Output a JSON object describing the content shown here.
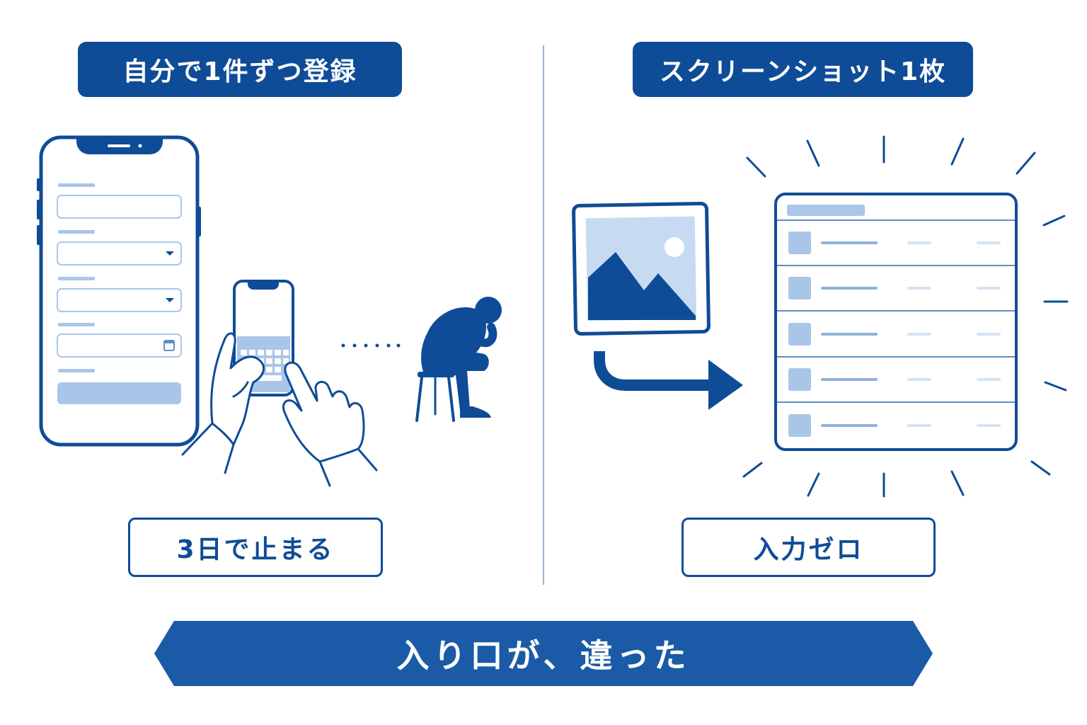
{
  "left_panel": {
    "title": "自分で1件ずつ登録",
    "result": "3日で止まる",
    "icons": [
      "smartphone-form-icon",
      "hands-typing-phone-icon",
      "ellipsis-dots-icon",
      "dejected-person-icon"
    ]
  },
  "right_panel": {
    "title": "スクリーンショット1枚",
    "result": "入力ゼロ",
    "icons": [
      "image-icon",
      "curved-arrow-right-icon",
      "table-list-icon",
      "burst-lines-icon"
    ]
  },
  "banner": {
    "text": "入り口が、違った"
  },
  "colors": {
    "primary": "#0f4c97",
    "light": "#a9c6e8",
    "pale": "#d4e3f5",
    "divider": "#9db4d4"
  }
}
